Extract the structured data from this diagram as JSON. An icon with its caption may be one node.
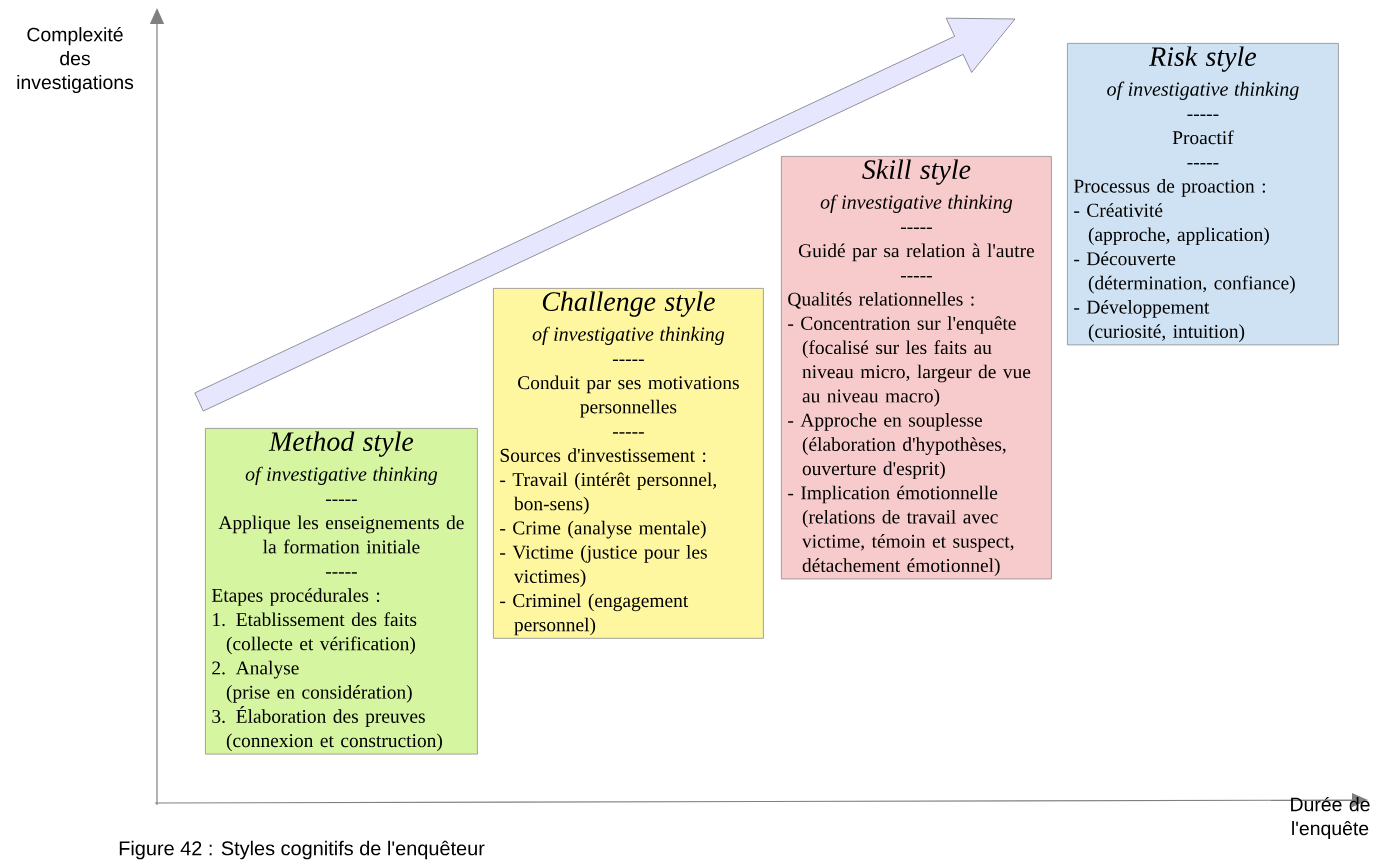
{
  "diagram": {
    "caption": "Figure 42 : Styles cognitifs de l'enquêteur",
    "nodes": [
      {
        "text": [
          "Method style",
          "of investigative thinking",
          "-----",
          "Applique les enseignements de la formation initiale",
          "-----",
          "Etapes procédurales :",
          "1. Etablissement des faits",
          "(collecte et vérification)",
          "2. Analyse",
          "(prise en considération)",
          "3. Élaboration des preuves",
          "(connexion et construction)"
        ]
      },
      {
        "text": [
          "Challenge style",
          "of investigative thinking",
          "-----",
          "Conduit par ses motivations personnelles",
          "-----",
          "Sources d'investissement :",
          "- Travail (intérêt personnel, bon-sens)",
          "- Crime (analyse mentale)",
          "- Victime (justice pour les victimes)",
          "- Criminel (engagement personnel)"
        ]
      },
      {
        "text": [
          "Skill style",
          "of investigative thinking",
          "-----",
          "Guidé par sa relation à l'autre",
          "-----",
          "Qualités relationnelles :",
          "- Concentration sur l'enquête",
          "(focalisé sur les faits au niveau micro, largeur de vue au niveau macro)",
          "- Approche en souplesse",
          "(élaboration d'hypothèses, ouverture d'esprit)",
          "- Implication émotionnelle",
          "(relations de travail avec victime, témoin et suspect, détachement émotionnel)"
        ]
      },
      {
        "text": [
          "Risk style",
          "of investigative thinking",
          "-----",
          "Proactif",
          "-----",
          "Processus de proaction :",
          "- Créativité",
          "(approche, application)",
          "- Découverte",
          "(détermination, confiance)",
          "- Développement",
          "(curiosité, intuition)"
        ]
      }
    ],
    "labels": [
      "Complexité des investigations",
      "Durée de l'enquête"
    ]
  }
}
